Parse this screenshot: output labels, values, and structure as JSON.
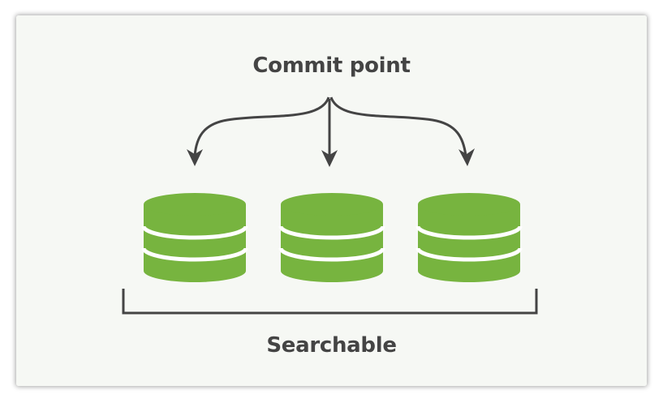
{
  "diagram": {
    "top_label": "Commit point",
    "bottom_label": "Searchable",
    "segment_count": 3
  },
  "colors": {
    "background": "#f6f8f4",
    "segment_fill": "#77b43f",
    "segment_band": "#ffffff",
    "stroke": "#444444",
    "text": "#444444"
  },
  "icons": [
    "segment-icon",
    "arrow-icon",
    "bracket-icon"
  ]
}
